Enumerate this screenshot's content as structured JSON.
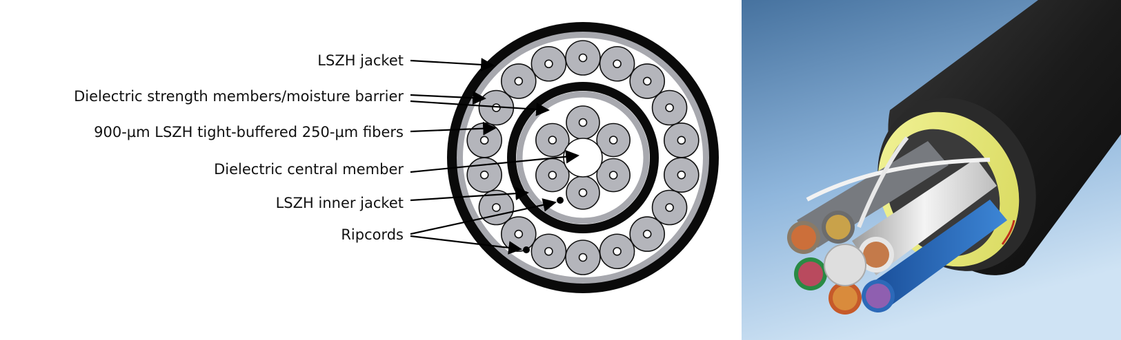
{
  "labels": {
    "jacket": "LSZH jacket",
    "strength": "Dielectric strength members/moisture barrier",
    "fibers": "900-µm LSZH tight-buffered 250-µm fibers",
    "central": "Dielectric central member",
    "inner_jacket": "LSZH inner jacket",
    "ripcords": "Ripcords"
  },
  "colors": {
    "jacket": "#0a0a0a",
    "barrier": "#a7a8ae",
    "fiber_fill": "#b4b5bb",
    "background_photo_top": "#4a77ab",
    "background_photo_bottom": "#c8dff2",
    "yellow_yarn": "#e9ea7a"
  },
  "icons": [
    "arrow-icon"
  ]
}
